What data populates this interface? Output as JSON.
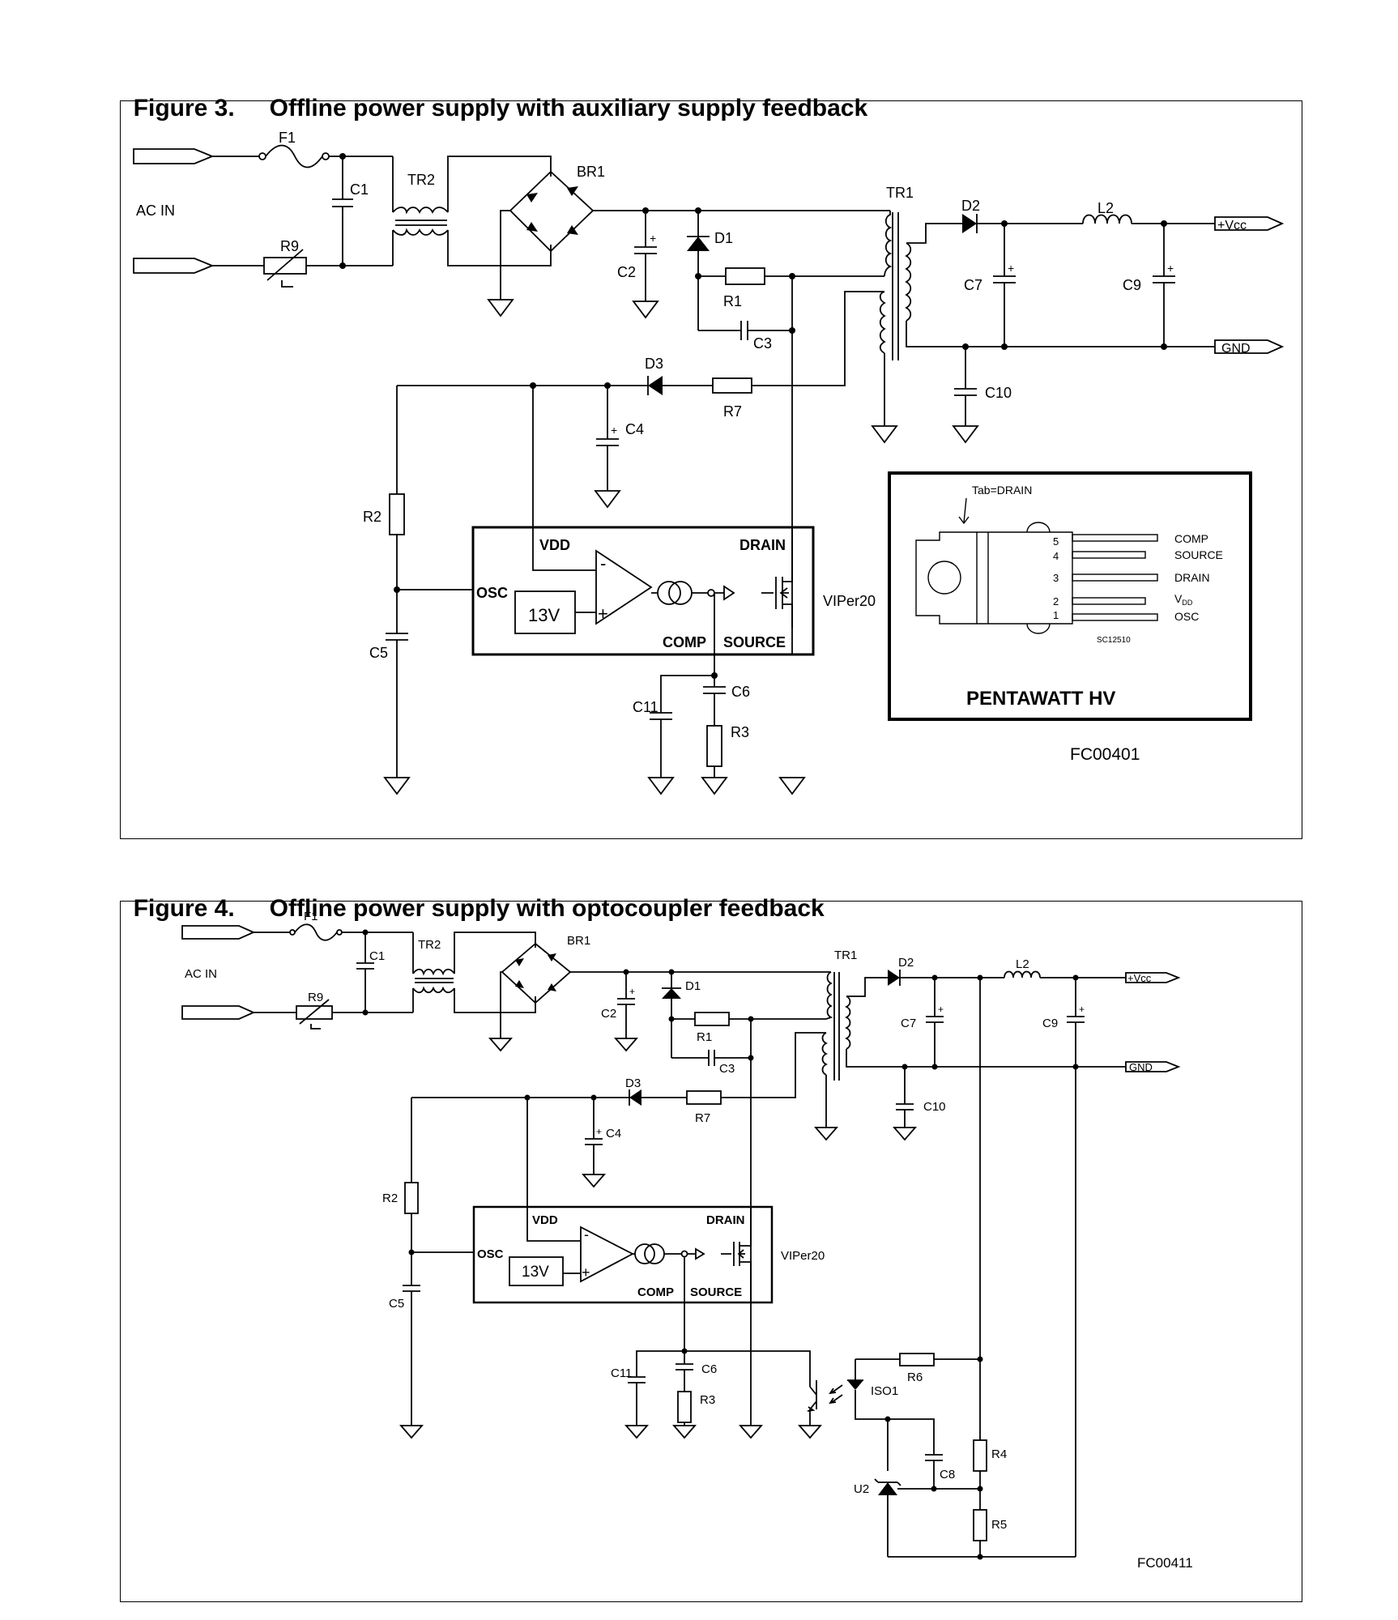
{
  "figure3": {
    "number": "Figure 3.",
    "title": "Offline power supply with auxiliary supply feedback",
    "code": "FC00401",
    "labels": {
      "acin": "AC IN",
      "f1": "F1",
      "c1": "C1",
      "r9": "R9",
      "tr2": "TR2",
      "br1": "BR1",
      "c2": "C2",
      "d1": "D1",
      "r1": "R1",
      "c3": "C3",
      "tr1": "TR1",
      "d2": "D2",
      "c7": "C7",
      "l2": "L2",
      "c9": "C9",
      "vcc": "+Vcc",
      "gnd": "GND",
      "c10": "C10",
      "d3": "D3",
      "r7": "R7",
      "c4": "C4",
      "r2": "R2",
      "c5": "C5",
      "c11": "C11",
      "c6": "C6",
      "r3": "R3"
    },
    "ic": {
      "vdd": "VDD",
      "drain": "DRAIN",
      "osc": "OSC",
      "ref": "13V",
      "comp": "COMP",
      "source": "SOURCE",
      "name": "VIPer20",
      "minus": "-",
      "plus": "+"
    },
    "package": {
      "tab_note": "Tab=DRAIN",
      "pins": [
        "5",
        "4",
        "3",
        "2",
        "1"
      ],
      "pin_names": [
        "COMP",
        "SOURCE",
        "DRAIN",
        "V",
        "OSC"
      ],
      "vdd_sub": "DD",
      "code": "SC12510",
      "name": "PENTAWATT HV"
    }
  },
  "figure4": {
    "number": "Figure 4.",
    "title": "Offline power supply with optocoupler feedback",
    "code": "FC00411",
    "labels": {
      "acin": "AC IN",
      "f1": "F1",
      "c1": "C1",
      "r9": "R9",
      "tr2": "TR2",
      "br1": "BR1",
      "c2": "C2",
      "d1": "D1",
      "r1": "R1",
      "c3": "C3",
      "tr1": "TR1",
      "d2": "D2",
      "c7": "C7",
      "l2": "L2",
      "c9": "C9",
      "vcc": "+Vcc",
      "gnd": "GND",
      "c10": "C10",
      "d3": "D3",
      "r7": "R7",
      "c4": "C4",
      "r2": "R2",
      "c5": "C5",
      "c11": "C11",
      "c6": "C6",
      "r3": "R3",
      "r6": "R6",
      "iso1": "ISO1",
      "r4": "R4",
      "c8": "C8",
      "u2": "U2",
      "r5": "R5"
    },
    "ic": {
      "vdd": "VDD",
      "drain": "DRAIN",
      "osc": "OSC",
      "ref": "13V",
      "comp": "COMP",
      "source": "SOURCE",
      "name": "VIPer20",
      "minus": "-",
      "plus": "+"
    }
  }
}
